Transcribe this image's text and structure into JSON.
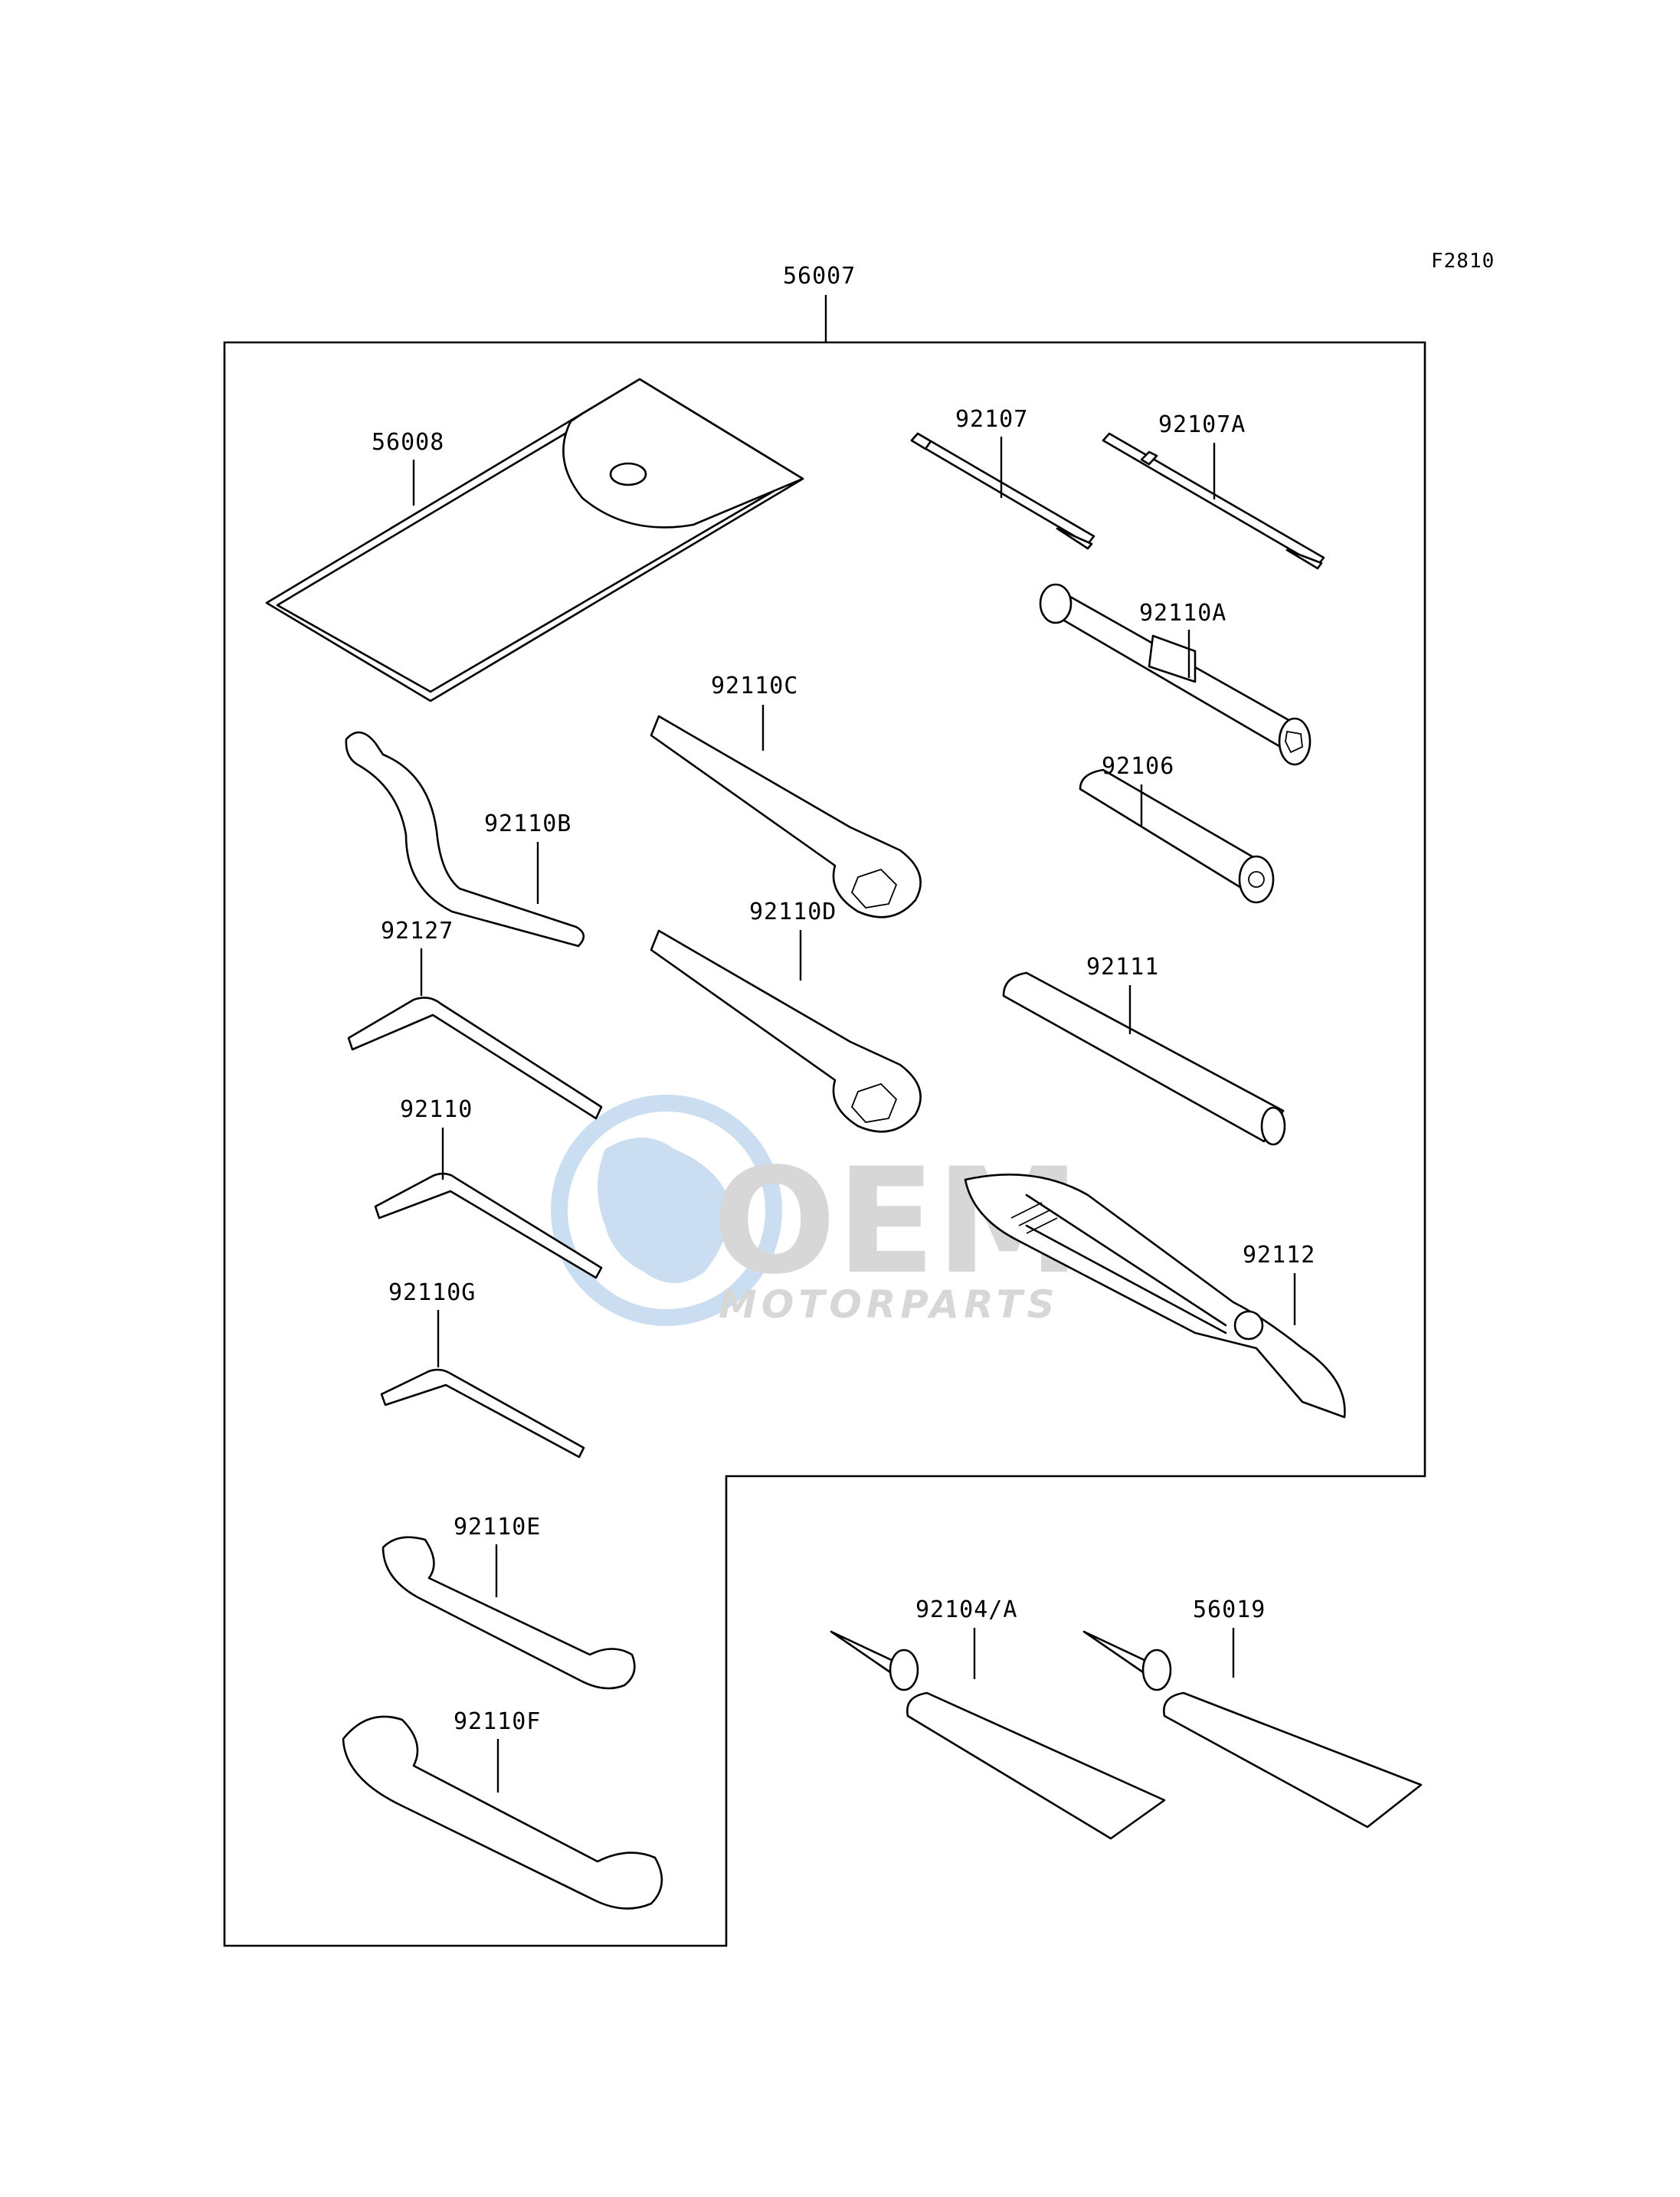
{
  "figure_code": "F2810",
  "kit_label": "56007",
  "watermark": {
    "brand": "OEM",
    "sub": "MOTORPARTS",
    "color": "#9fc2e6",
    "gray": "#b8b8b8"
  },
  "parts": {
    "p56008": "56008",
    "p92107": "92107",
    "p92107A": "92107A",
    "p92110A": "92110A",
    "p92110C": "92110C",
    "p92106": "92106",
    "p92110B": "92110B",
    "p92110D": "92110D",
    "p92127": "92127",
    "p92111": "92111",
    "p92110": "92110",
    "p92112": "92112",
    "p92110G": "92110G",
    "p92110E": "92110E",
    "p92110F": "92110F",
    "p92104A": "92104/A",
    "p56019": "56019"
  }
}
